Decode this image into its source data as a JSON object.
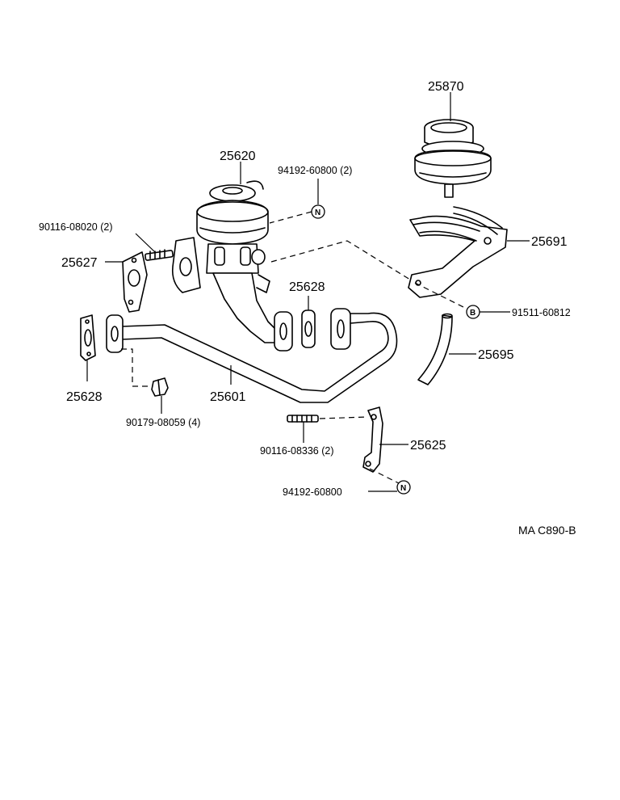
{
  "labels": {
    "p25870": "25870",
    "p25620": "25620",
    "p94192_2": "94192-60800 (2)",
    "p90116_08020": "90116-08020 (2)",
    "p25627": "25627",
    "p25691": "25691",
    "p25628_upper": "25628",
    "p91511": "91511-60812",
    "p25695": "25695",
    "p25628_lower": "25628",
    "p25601": "25601",
    "p90179": "90179-08059 (4)",
    "p90116_08336": "90116-08336 (2)",
    "p25625": "25625",
    "p94192": "94192-60800",
    "code": "MA C890-B"
  },
  "symbols": {
    "n_upper": "N",
    "b": "B",
    "n_lower": "N"
  },
  "icons": {
    "egr_valve": "egr-valve-icon",
    "vsv": "vacuum-switching-valve-icon",
    "bracket": "bracket-icon",
    "pipe": "egr-pipe-icon",
    "gasket": "gasket-icon",
    "stud": "stud-bolt-icon",
    "nut": "nut-icon",
    "hose": "hose-icon"
  }
}
